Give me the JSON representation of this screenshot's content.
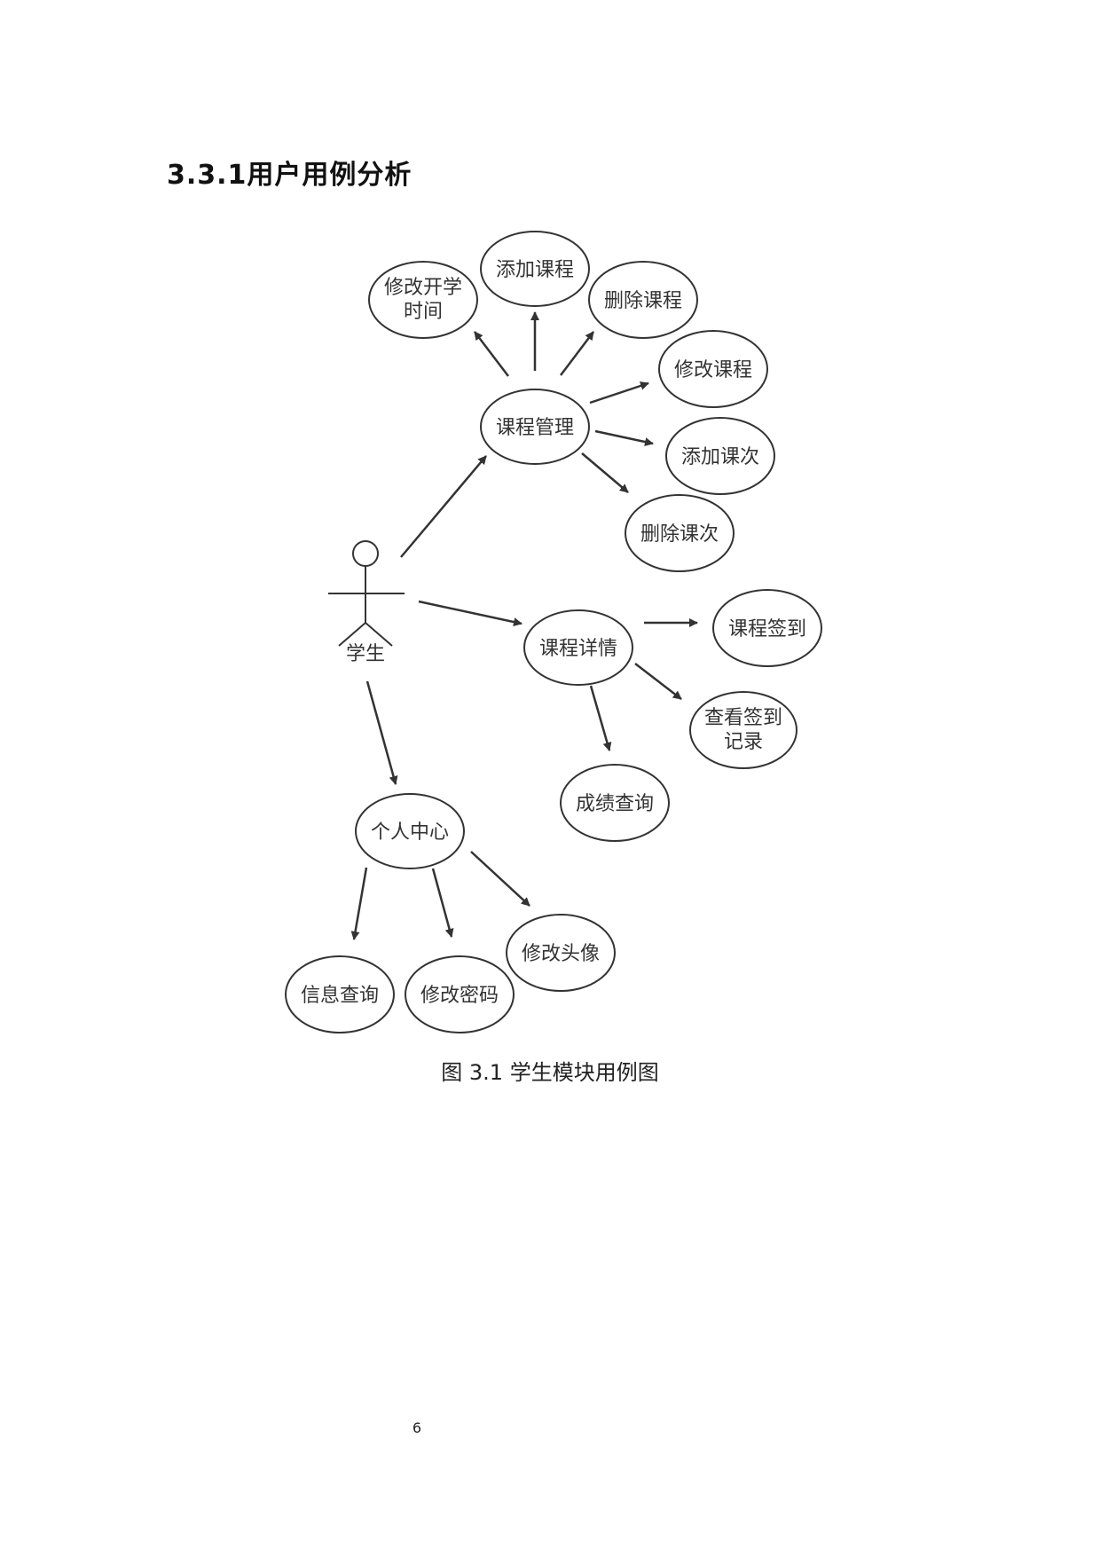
{
  "document": {
    "section_heading": "3.3.1用户用例分析",
    "figure_caption": "图 3.1 学生模块用例图",
    "page_number": "6"
  },
  "diagram": {
    "actor": {
      "label": "学生"
    },
    "use_cases": {
      "modify_start_time": [
        "修改开学",
        "时间"
      ],
      "add_course": [
        "添加课程"
      ],
      "delete_course": [
        "删除课程"
      ],
      "modify_course": [
        "修改课程"
      ],
      "course_management": [
        "课程管理"
      ],
      "add_session": [
        "添加课次"
      ],
      "delete_session": [
        "删除课次"
      ],
      "course_details": [
        "课程详情"
      ],
      "course_checkin": [
        "课程签到"
      ],
      "view_checkin_records": [
        "查看签到",
        "记录"
      ],
      "grade_query": [
        "成绩查询"
      ],
      "personal_center": [
        "个人中心"
      ],
      "info_query": [
        "信息查询"
      ],
      "change_password": [
        "修改密码"
      ],
      "change_avatar": [
        "修改头像"
      ]
    }
  },
  "colors": {
    "stroke": "#333333",
    "text": "#333333",
    "background": "#ffffff"
  }
}
